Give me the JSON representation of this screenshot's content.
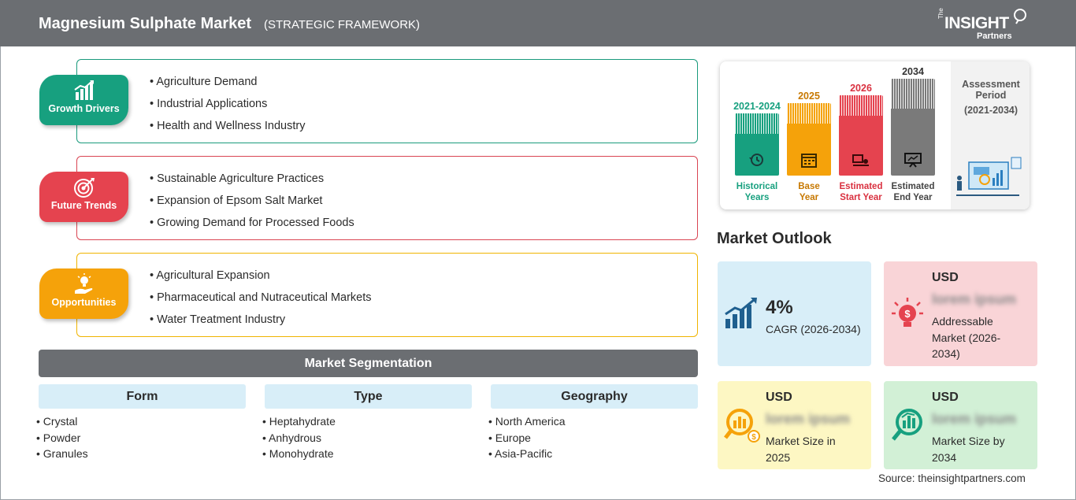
{
  "header": {
    "title": "Magnesium Sulphate Market",
    "subtitle": "(STRATEGIC FRAMEWORK)",
    "logo_the": "The",
    "logo_brand": "INSIGHT",
    "logo_partners": "Partners"
  },
  "drivers": [
    {
      "label": "Growth Drivers",
      "icon": "growth-chart-icon",
      "color": "#17a07f",
      "items": [
        "Agriculture Demand",
        "Industrial Applications",
        "Health and Wellness Industry"
      ]
    },
    {
      "label": "Future Trends",
      "icon": "target-icon",
      "color": "#e5434f",
      "items": [
        "Sustainable Agriculture Practices",
        "Expansion of Epsom Salt Market",
        "Growing Demand for Processed Foods"
      ]
    },
    {
      "label": "Opportunities",
      "icon": "lightbulb-hand-icon",
      "color": "#f5a20a",
      "items": [
        "Agricultural Expansion",
        "Pharmaceutical and Nutraceutical Markets",
        "Water Treatment Industry"
      ]
    }
  ],
  "segmentation": {
    "title": "Market Segmentation",
    "columns": [
      {
        "header": "Form",
        "items": [
          "Crystal",
          "Powder",
          "Granules"
        ]
      },
      {
        "header": "Type",
        "items": [
          "Heptahydrate",
          "Anhydrous",
          "Monohydrate"
        ]
      },
      {
        "header": "Geography",
        "items": [
          "North America",
          "Europe",
          "Asia-Pacific"
        ]
      }
    ]
  },
  "assessment": {
    "years": [
      {
        "year": "2021-2024",
        "caption1": "Historical",
        "caption2": "Years",
        "color": "#17a07f",
        "icon": "history-icon"
      },
      {
        "year": "2025",
        "caption1": "Base",
        "caption2": "Year",
        "color": "#f5a20a",
        "icon": "calendar-icon"
      },
      {
        "year": "2026",
        "caption1": "Estimated",
        "caption2": "Start Year",
        "color": "#e5434f",
        "icon": "start-flag-icon"
      },
      {
        "year": "2034",
        "caption1": "Estimated",
        "caption2": "End Year",
        "color": "#7a7a7a",
        "icon": "presentation-icon"
      }
    ],
    "title": "Assessment Period",
    "period": "(2021-2034)"
  },
  "outlook": {
    "title": "Market Outlook",
    "cagr_value": "4%",
    "cagr_label": "CAGR (2026-2034)",
    "addressable_currency": "USD",
    "addressable_value": "lorem ipsum",
    "addressable_label": "Addressable Market (2026-2034)",
    "size2025_currency": "USD",
    "size2025_value": "lorem ipsum",
    "size2025_label": "Market Size in 2025",
    "size2034_currency": "USD",
    "size2034_value": "lorem ipsum",
    "size2034_label": "Market Size by 2034"
  },
  "source": "Source: theinsightpartners.com"
}
